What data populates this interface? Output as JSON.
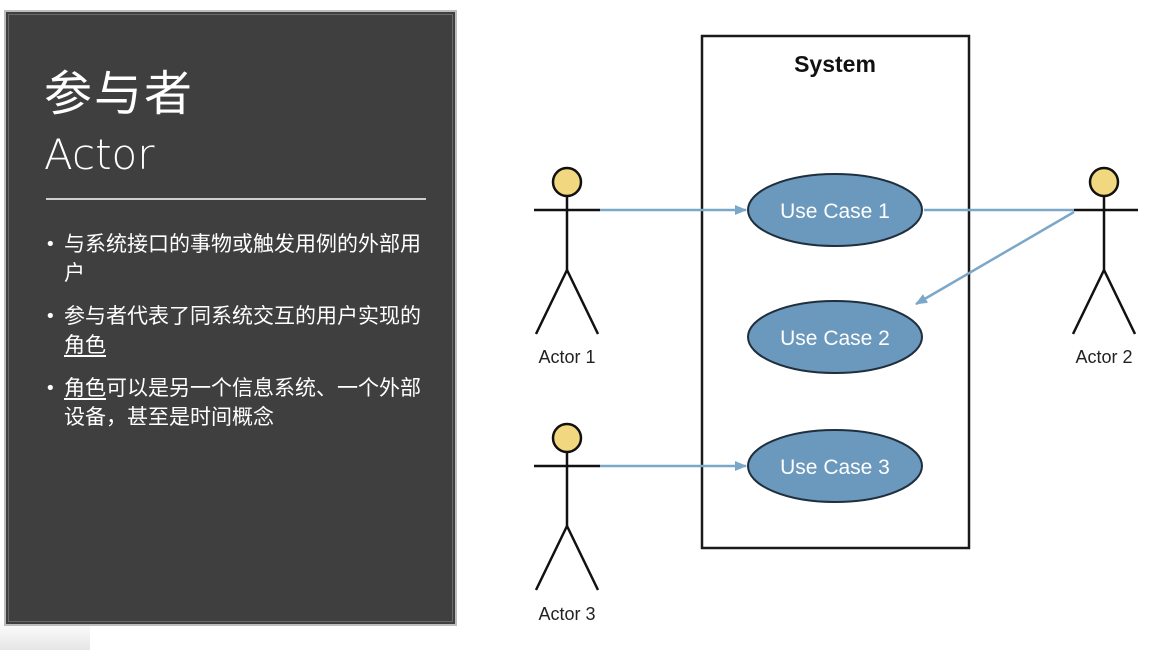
{
  "slide": {
    "title_cn": "参与者",
    "title_en": "Actor",
    "bullets": [
      {
        "segments": [
          {
            "text": "与系统接口的事物或触发用例的外部用户",
            "underline": false
          }
        ]
      },
      {
        "segments": [
          {
            "text": "参与者代表了同系统交互的用户实现的",
            "underline": false
          },
          {
            "text": "角色",
            "underline": true
          }
        ]
      },
      {
        "segments": [
          {
            "text": "角色",
            "underline": true
          },
          {
            "text": "可以是另一个信息系统、一个外部设备，甚至是时间概念",
            "underline": false
          }
        ]
      }
    ]
  },
  "diagram": {
    "system_label": "System",
    "actors": [
      {
        "id": "actor1",
        "label": "Actor 1"
      },
      {
        "id": "actor2",
        "label": "Actor 2"
      },
      {
        "id": "actor3",
        "label": "Actor 3"
      }
    ],
    "use_cases": [
      {
        "id": "uc1",
        "label": "Use Case 1"
      },
      {
        "id": "uc2",
        "label": "Use Case 2"
      },
      {
        "id": "uc3",
        "label": "Use Case 3"
      }
    ],
    "associations": [
      {
        "from": "actor1",
        "to": "uc1",
        "arrow": true
      },
      {
        "from": "uc1",
        "to": "actor2",
        "arrow": false
      },
      {
        "from": "actor2",
        "to": "uc2",
        "arrow": true
      },
      {
        "from": "actor3",
        "to": "uc3",
        "arrow": true
      }
    ],
    "colors": {
      "use_case_fill": "#6b98bd",
      "use_case_stroke": "#1f2f3d",
      "connector": "#7ba7c9",
      "actor_head": "#f1d77f",
      "panel_bg": "#3f3f3f"
    }
  }
}
